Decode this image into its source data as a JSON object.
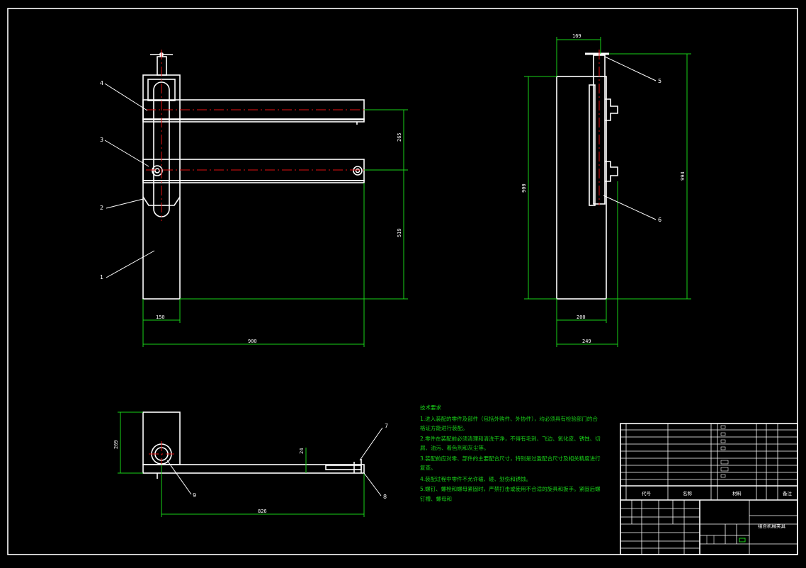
{
  "drawing": {
    "front_view": {
      "dimensions": {
        "width": "900",
        "left_width": "150",
        "upper_gap": "265",
        "lower_height": "519"
      },
      "balloons": [
        "1",
        "2",
        "3",
        "4"
      ]
    },
    "side_view": {
      "dimensions": {
        "top_width": "169",
        "base_width": "200",
        "overall_width": "249",
        "left_height": "900",
        "overall_height": "994"
      },
      "balloons": [
        "5",
        "6"
      ]
    },
    "top_view": {
      "dimensions": {
        "height": "269",
        "length": "826",
        "small": "24"
      },
      "balloons": [
        "7",
        "8",
        "9"
      ]
    },
    "notes": {
      "title": "技术要求",
      "lines": [
        "1.进入装配的零件及部件（包括外购件、外协件），均必须具有检验部门的合",
        "格证方能进行装配。",
        "2.零件在装配前必须清理和清洗干净，不得有毛刺、飞边、氧化皮、锈蚀、切",
        "屑、油污、着色剂和灰尘等。",
        "3.装配前应对零、部件的主要配合尺寸，特别是过盈配合尺寸及相关精度进行",
        "复查。",
        "4.装配过程中零件不允许磕、碰、划伤和锈蚀。",
        "5.螺钉、螺栓和螺母紧固时，严禁打击或使用不合适的旋具和扳手。紧固后螺",
        "钉槽、螺母和"
      ]
    },
    "title_block": {
      "drawing_title": "组合机械夹具",
      "header": {
        "code": "代号",
        "name": "名称",
        "material": "材料",
        "remark": "备注"
      }
    }
  }
}
